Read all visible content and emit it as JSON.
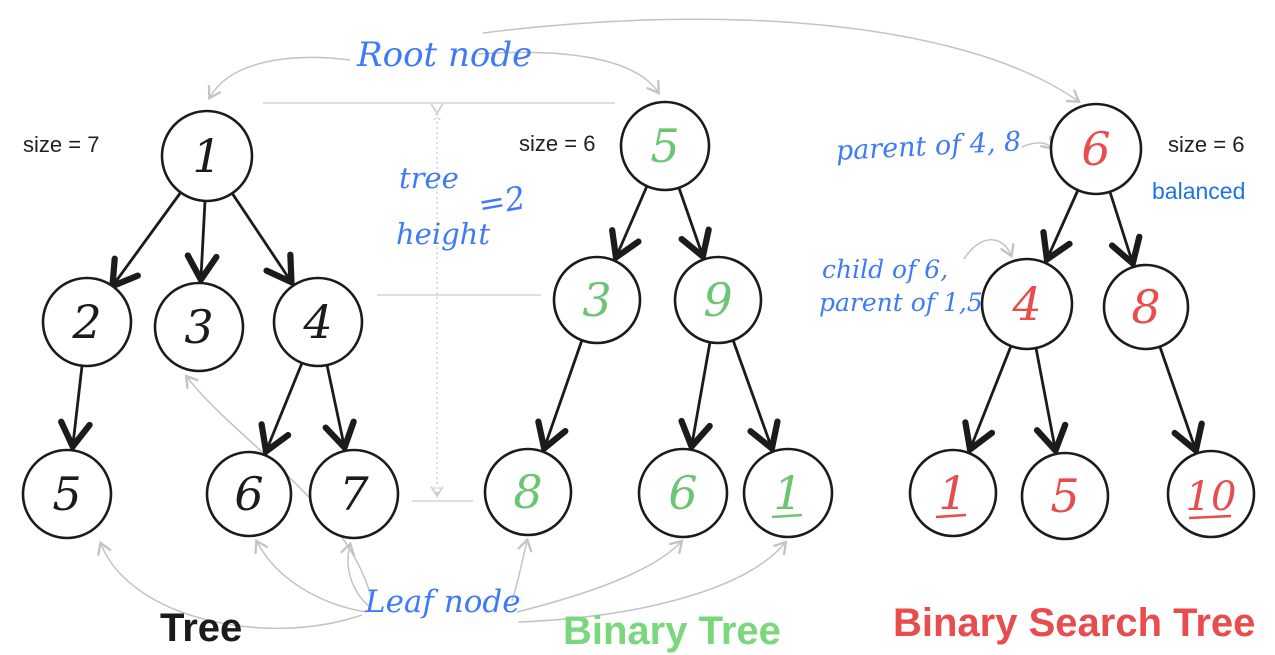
{
  "diagram": {
    "annotations": {
      "root_node": "Root node",
      "leaf_node": "Leaf node",
      "tree_height_word1": "tree",
      "tree_height_word2": "height",
      "tree_height_value": "=2",
      "parent_of_4_8": "parent of 4, 8",
      "child_of_6_line1": "child of 6,",
      "child_of_6_line2": "parent of 1,5",
      "balanced": "balanced"
    },
    "colors": {
      "blue_handwriting": "#3e7bf4",
      "blue_ui": "#1a73e8",
      "black_node": "#1b1b1b",
      "green_node": "#6cc572",
      "green_title": "#79d77c",
      "red_node": "#e84c4c",
      "gray_arrows": "#c3c3c3",
      "gray_guides": "#d3d3d3"
    },
    "trees": [
      {
        "title": "Tree",
        "size_label": "size = 7",
        "node_color": "#1b1b1b",
        "title_color": "#1b1b1b",
        "nodes": [
          "1",
          "2",
          "3",
          "4",
          "5",
          "6",
          "7"
        ],
        "edges": [
          "1→2",
          "1→3",
          "1→4",
          "2→5",
          "4→6",
          "4→7"
        ],
        "root": "1",
        "leaves": [
          "5",
          "3",
          "6",
          "7"
        ]
      },
      {
        "title": "Binary Tree",
        "size_label": "size = 6",
        "node_color": "#6cc572",
        "title_color": "#79d77c",
        "nodes": [
          "5",
          "3",
          "9",
          "8",
          "6",
          "1"
        ],
        "edges": [
          "5→3",
          "5→9",
          "3→8",
          "9→6",
          "9→1"
        ],
        "root": "5",
        "leaves": [
          "8",
          "6",
          "1"
        ]
      },
      {
        "title": "Binary Search Tree",
        "size_label": "size = 6",
        "extra_label": "balanced",
        "node_color": "#e84c4c",
        "title_color": "#e84c4c",
        "nodes": [
          "6",
          "4",
          "8",
          "1",
          "5",
          "10"
        ],
        "edges": [
          "6→4",
          "6→8",
          "4→1",
          "4→5",
          "8→10"
        ],
        "root": "6"
      }
    ]
  }
}
